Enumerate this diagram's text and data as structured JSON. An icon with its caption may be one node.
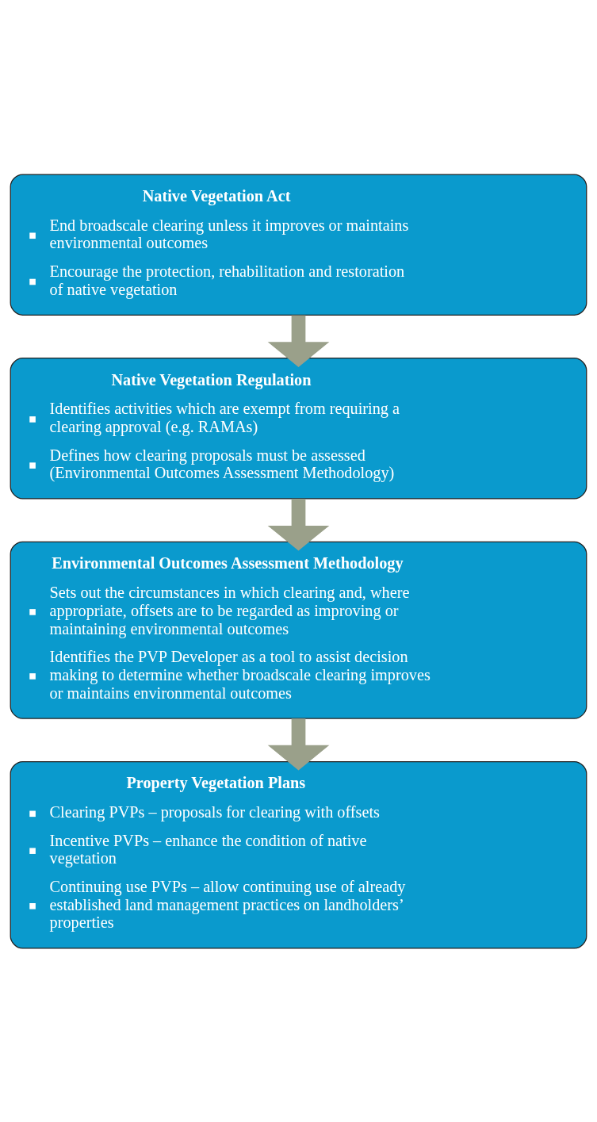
{
  "diagram": {
    "nodes": [
      {
        "text": [
          "Native Vegetation Act",
          "End broadscale clearing unless it improves or maintains environmental outcomes",
          "Encourage the protection, rehabilitation and restoration of native vegetation"
        ]
      },
      {
        "text": [
          "Native Vegetation Regulation",
          "Identifies activities which are exempt from requiring a clearing approval (e.g. RAMAs)",
          "Defines how clearing proposals must be assessed (Environmental Outcomes Assessment Methodology)"
        ]
      },
      {
        "text": [
          "Environmental Outcomes Assessment Methodology",
          "Sets out the circumstances in which clearing and, where appropriate, offsets are to be regarded as improving or maintaining environmental outcomes",
          "Identifies the PVP Developer as a tool to assist decision making to determine whether broadscale clearing improves or maintains environmental outcomes"
        ]
      },
      {
        "text": [
          "Property Vegetation Plans",
          "Clearing PVPs – proposals for clearing with offsets",
          "Incentive PVPs – enhance the condition of native vegetation",
          "Continuing use PVPs – allow continuing use of already established land management practices on landholders’ properties"
        ]
      }
    ],
    "edges": [
      {
        "from": 0,
        "to": 1,
        "arrow": "to"
      },
      {
        "from": 1,
        "to": 2,
        "arrow": "to"
      },
      {
        "from": 2,
        "to": 3,
        "arrow": "to"
      }
    ]
  }
}
